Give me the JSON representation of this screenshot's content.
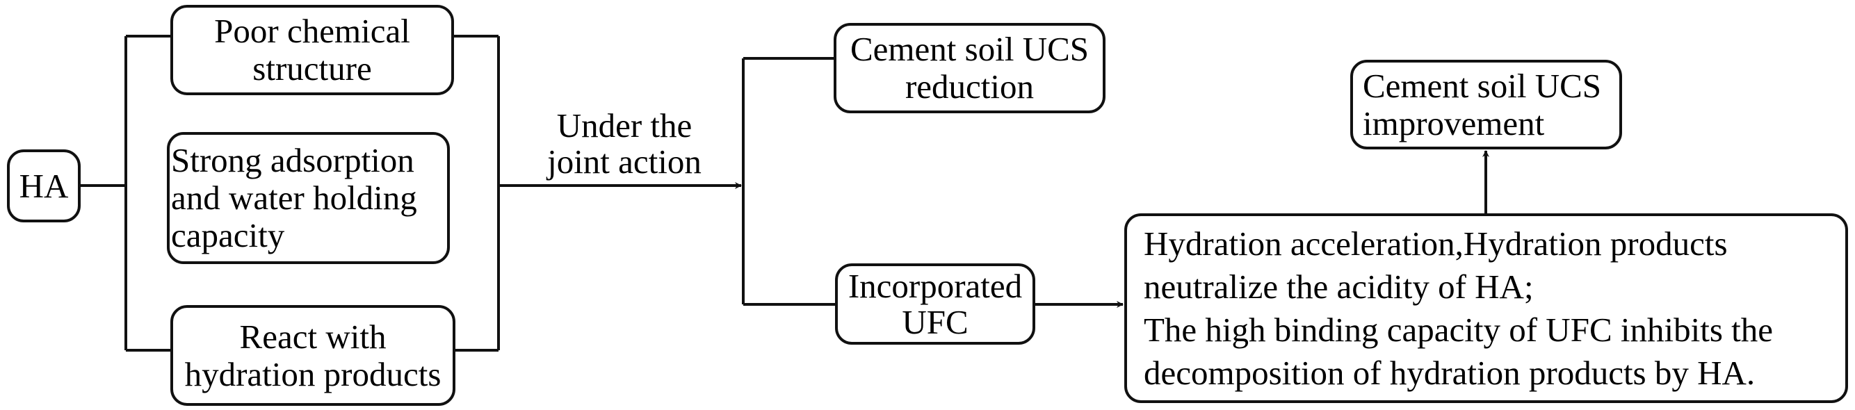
{
  "diagram": {
    "root": {
      "label": "HA"
    },
    "causes": [
      {
        "lines": [
          "Poor chemical",
          "structure"
        ]
      },
      {
        "lines": [
          "Strong adsorption",
          "and water holding",
          "capacity"
        ]
      },
      {
        "lines": [
          "React with",
          "hydration products"
        ]
      }
    ],
    "joint_label": {
      "lines": [
        "Under the",
        "joint action"
      ]
    },
    "outcome_reduction": {
      "lines": [
        "Cement soil UCS",
        "reduction"
      ]
    },
    "ufc_node": {
      "lines": [
        "Incorporated",
        "UFC"
      ]
    },
    "mechanism": {
      "lines": [
        "Hydration acceleration,Hydration products",
        "neutralize the acidity of HA;",
        "The high binding capacity of UFC inhibits the",
        "decomposition of hydration products by HA."
      ]
    },
    "outcome_improvement": {
      "lines": [
        "Cement soil UCS",
        "improvement"
      ]
    },
    "colors": {
      "stroke": "#111111",
      "background": "#ffffff",
      "text": "#000000"
    }
  }
}
